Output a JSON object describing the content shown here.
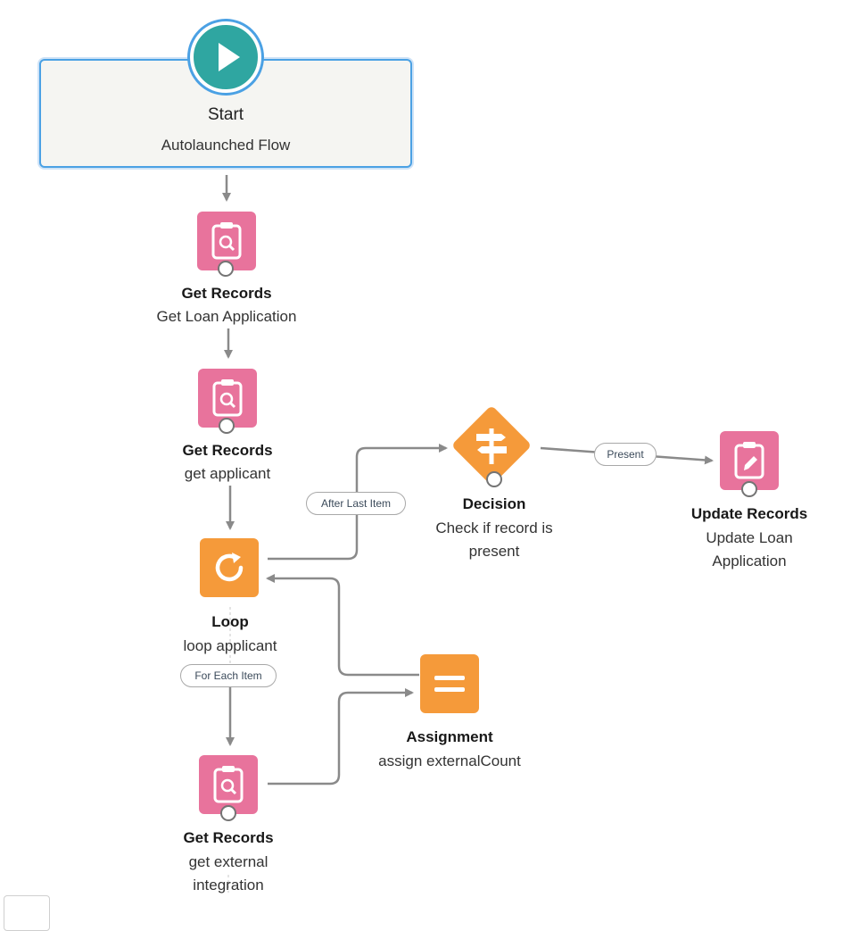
{
  "start": {
    "title": "Start",
    "subtitle": "Autolaunched Flow",
    "icon": "play-icon",
    "color": "#2fa6a1"
  },
  "nodes": [
    {
      "id": "get-loan",
      "type": "Get Records",
      "label": "Get Loan Application",
      "icon": "get-records-icon",
      "color": "#e8739c"
    },
    {
      "id": "get-applicant",
      "type": "Get Records",
      "label": "get applicant",
      "icon": "get-records-icon",
      "color": "#e8739c"
    },
    {
      "id": "loop",
      "type": "Loop",
      "label": "loop applicant",
      "icon": "loop-icon",
      "color": "#f59a3a"
    },
    {
      "id": "get-external",
      "type": "Get Records",
      "label_lines": [
        "get external",
        "integration"
      ],
      "icon": "get-records-icon",
      "color": "#e8739c"
    },
    {
      "id": "assignment",
      "type": "Assignment",
      "label": "assign externalCount",
      "icon": "assignment-icon",
      "color": "#f59a3a"
    },
    {
      "id": "decision",
      "type": "Decision",
      "label_lines": [
        "Check if record is",
        "present"
      ],
      "icon": "decision-icon",
      "color": "#f59a3a"
    },
    {
      "id": "update",
      "type": "Update Records",
      "label_lines": [
        "Update Loan",
        "Application"
      ],
      "icon": "update-records-icon",
      "color": "#e8739c"
    }
  ],
  "connector_labels": {
    "after_last_item": "After Last Item",
    "for_each_item": "For Each Item",
    "present": "Present"
  },
  "connector_color": "#8a8a8a"
}
